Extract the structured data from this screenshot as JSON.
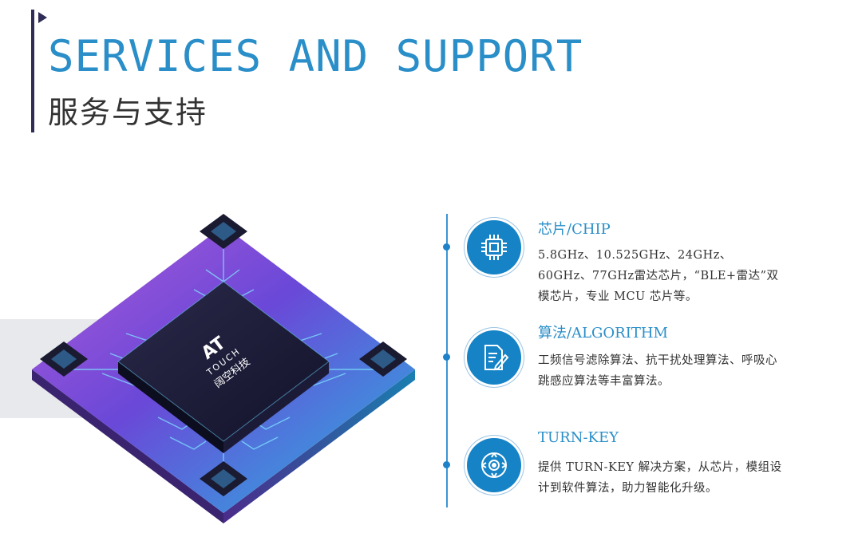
{
  "header": {
    "title_en": "SERVICES AND SUPPORT",
    "title_cn": "服务与支持"
  },
  "chip_image": {
    "logo_top": "AT",
    "logo_sub": "TOUCH",
    "logo_cn": "阔空科技"
  },
  "services": [
    {
      "title": "芯片/CHIP",
      "icon": "cpu-chip-icon",
      "description": "5.8GHz、10.525GHz、24GHz、60GHz、77GHz雷达芯片，“BLE+雷达”双模芯片，专业 MCU 芯片等。"
    },
    {
      "title": "算法/ALGORITHM",
      "icon": "document-pen-icon",
      "description": "工频信号滤除算法、抗干扰处理算法、呼吸心跳感应算法等丰富算法。"
    },
    {
      "title": "TURN-KEY",
      "icon": "gear-cycle-icon",
      "description": "提供 TURN-KEY 解决方案，从芯片，模组设计到软件算法，助力智能化升级。"
    }
  ],
  "colors": {
    "accent_blue": "#2a8ec8",
    "icon_blue": "#1583c6",
    "dark_navy": "#2f2c55",
    "chip_purple": "#7a3fc4",
    "chip_teal": "#2ec4e6"
  }
}
